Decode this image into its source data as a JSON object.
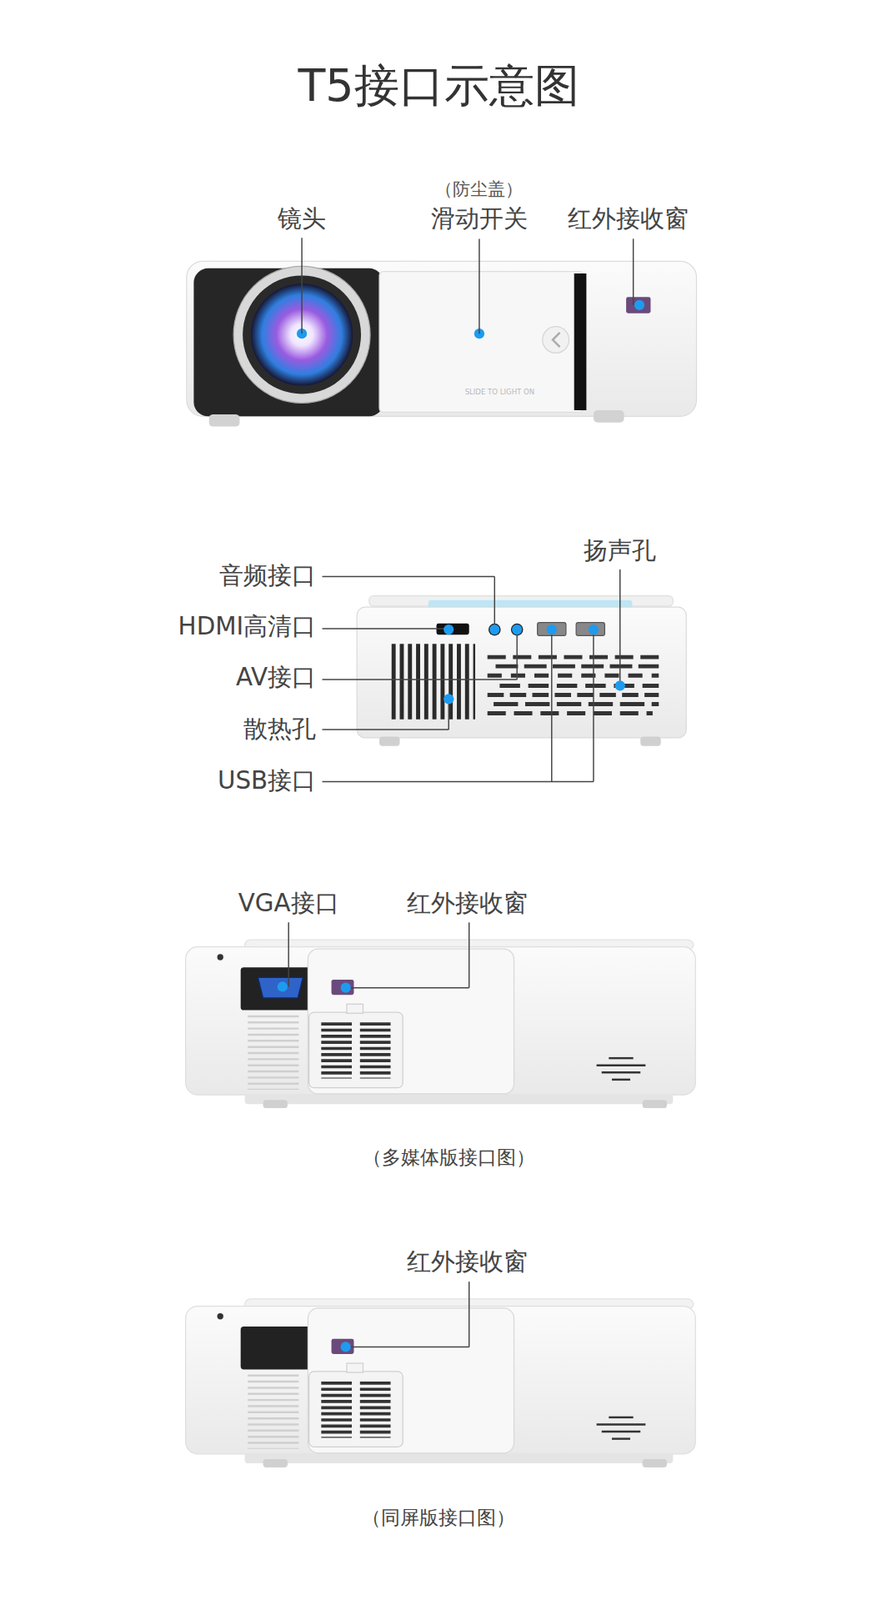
{
  "diagram": {
    "title": "T5接口示意图",
    "labels": [
      "镜头",
      "（防尘盖）",
      "滑动开关",
      "红外接收窗",
      "SLIDE TO LIGHT ON",
      "扬声孔",
      "音频接口",
      "HDMI高清口",
      "AV接口",
      "散热孔",
      "USB接口",
      "VGA接口",
      "红外接收窗",
      "（多媒体版接口图）",
      "红外接收窗",
      "（同屏版接口图）"
    ]
  }
}
